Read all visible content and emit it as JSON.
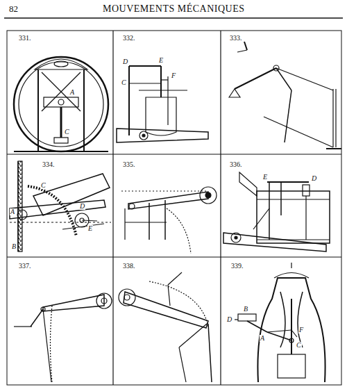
{
  "diagram": {
    "title": "MOUVEMENTS MÉCANIQUES",
    "labels": [
      "82",
      "331.",
      "A",
      "C",
      "332.",
      "D",
      "E",
      "C",
      "F",
      "333.",
      "334.",
      "A",
      "B",
      "C",
      "D",
      "E",
      "335.",
      "336.",
      "E",
      "D",
      "337.",
      "338.",
      "339.",
      "B",
      "D",
      "A",
      "F",
      "C"
    ]
  }
}
